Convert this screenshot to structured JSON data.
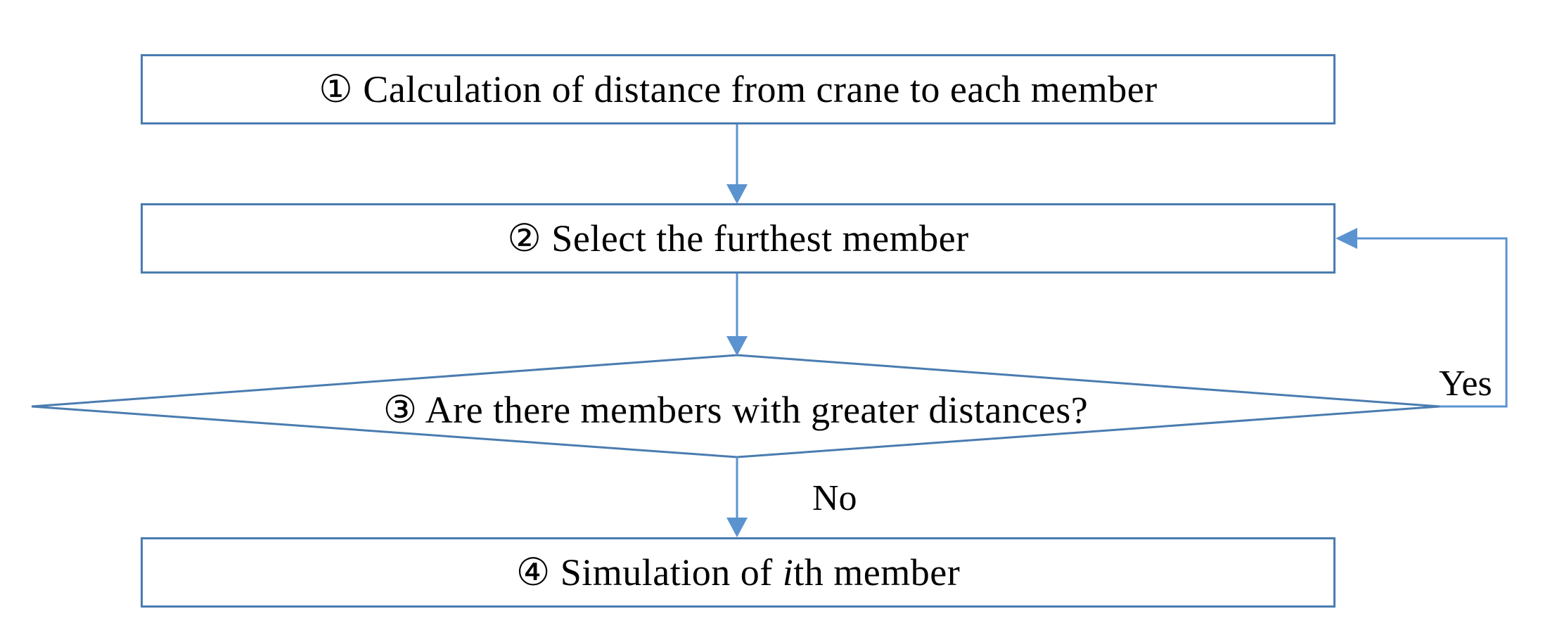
{
  "diagram": {
    "title": "Crane member selection and simulation flowchart",
    "type": "flowchart",
    "accent_color": "#4a7cb0",
    "text_color": "#000000",
    "background_color": "#ffffff",
    "nodes": [
      {
        "id": "step1",
        "shape": "process",
        "marker": "①",
        "text": "Calculation of distance from crane to each member",
        "full_text": "① Calculation of distance from crane to each member"
      },
      {
        "id": "step2",
        "shape": "process",
        "marker": "②",
        "text": "Select the furthest member",
        "full_text": "② Select the furthest member"
      },
      {
        "id": "step3",
        "shape": "decision",
        "marker": "③",
        "text": "Are there members with greater distances?",
        "full_text": "③ Are there members with greater distances?"
      },
      {
        "id": "step4",
        "shape": "process",
        "marker": "④",
        "text_before_italic": "Simulation of ",
        "italic_part": "i",
        "text_after_italic": "th member",
        "full_text": "④ Simulation of ith member"
      }
    ],
    "edges": [
      {
        "id": "e1",
        "from": "step1",
        "to": "step2",
        "label": ""
      },
      {
        "id": "e2",
        "from": "step2",
        "to": "step3",
        "label": ""
      },
      {
        "id": "e3",
        "from": "step3",
        "to": "step4",
        "label": "No"
      },
      {
        "id": "e4",
        "from": "step3",
        "to": "step2",
        "label": "Yes"
      }
    ],
    "edge_labels": {
      "yes": "Yes",
      "no": "No"
    }
  }
}
